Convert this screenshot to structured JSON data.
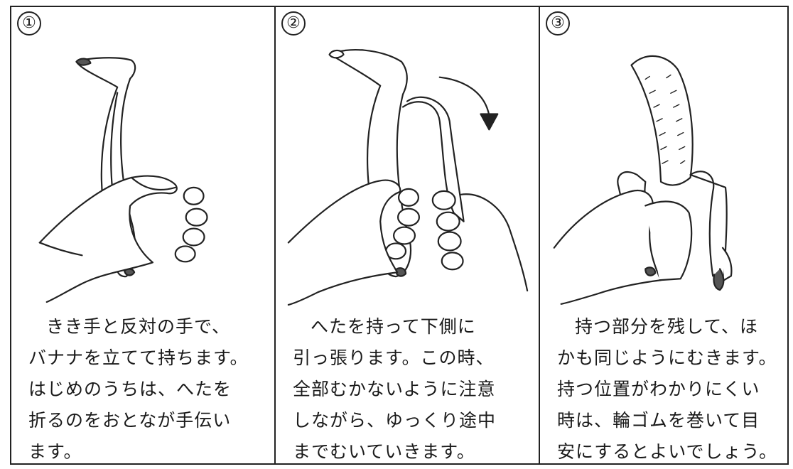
{
  "panels": [
    {
      "number": "①",
      "lines": [
        "きき手と反対の手で、",
        "バナナを立てて持ちます。",
        "はじめのうちは、へたを",
        "折るのをおとなが手伝い",
        "ます。"
      ]
    },
    {
      "number": "②",
      "lines": [
        "へたを持って下側に",
        "引っ張ります。この時、",
        "全部むかないように注意",
        "しながら、ゆっくり途中",
        "までむいていきます。"
      ]
    },
    {
      "number": "③",
      "lines": [
        "持つ部分を残して、ほ",
        "かも同じようにむきます。",
        "持つ位置がわかりにくい",
        "時は、輪ゴムを巻いて目",
        "安にするとよいでしょう。"
      ]
    }
  ]
}
